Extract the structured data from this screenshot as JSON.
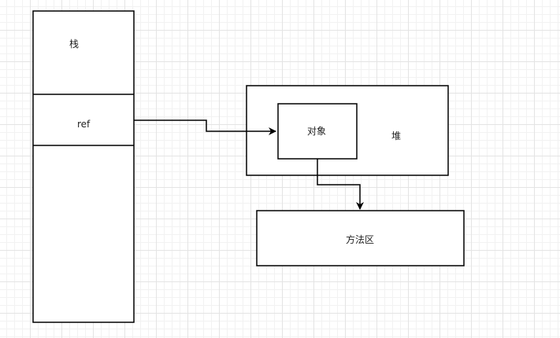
{
  "diagram": {
    "stack": {
      "title": "栈",
      "ref_label": "ref"
    },
    "heap": {
      "title": "堆",
      "object_label": "对象"
    },
    "method_area": {
      "title": "方法区"
    }
  }
}
